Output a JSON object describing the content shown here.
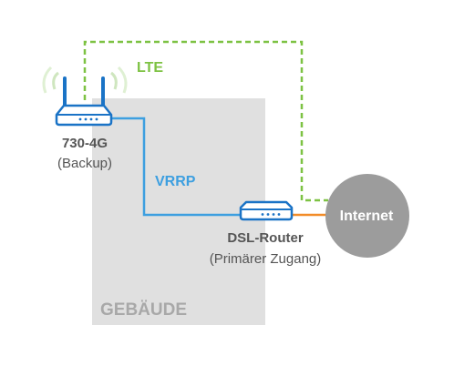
{
  "building": {
    "label": "GEBÄUDE"
  },
  "links": {
    "lte_label": "LTE",
    "vrrp_label": "VRRP"
  },
  "devices": {
    "backup_router": {
      "name": "730-4G",
      "role": "(Backup)"
    },
    "dsl_router": {
      "name": "DSL-Router",
      "role": "(Primärer Zugang)"
    },
    "internet": {
      "label": "Internet"
    }
  },
  "colors": {
    "lte": "#7dc243",
    "vrrp": "#3d9fe0",
    "uplink": "#f28c28",
    "building": "#e0e0e0",
    "building_text": "#a8a8a8",
    "internet": "#9c9c9c",
    "device_blue": "#1a73c6",
    "label_text": "#555555"
  }
}
